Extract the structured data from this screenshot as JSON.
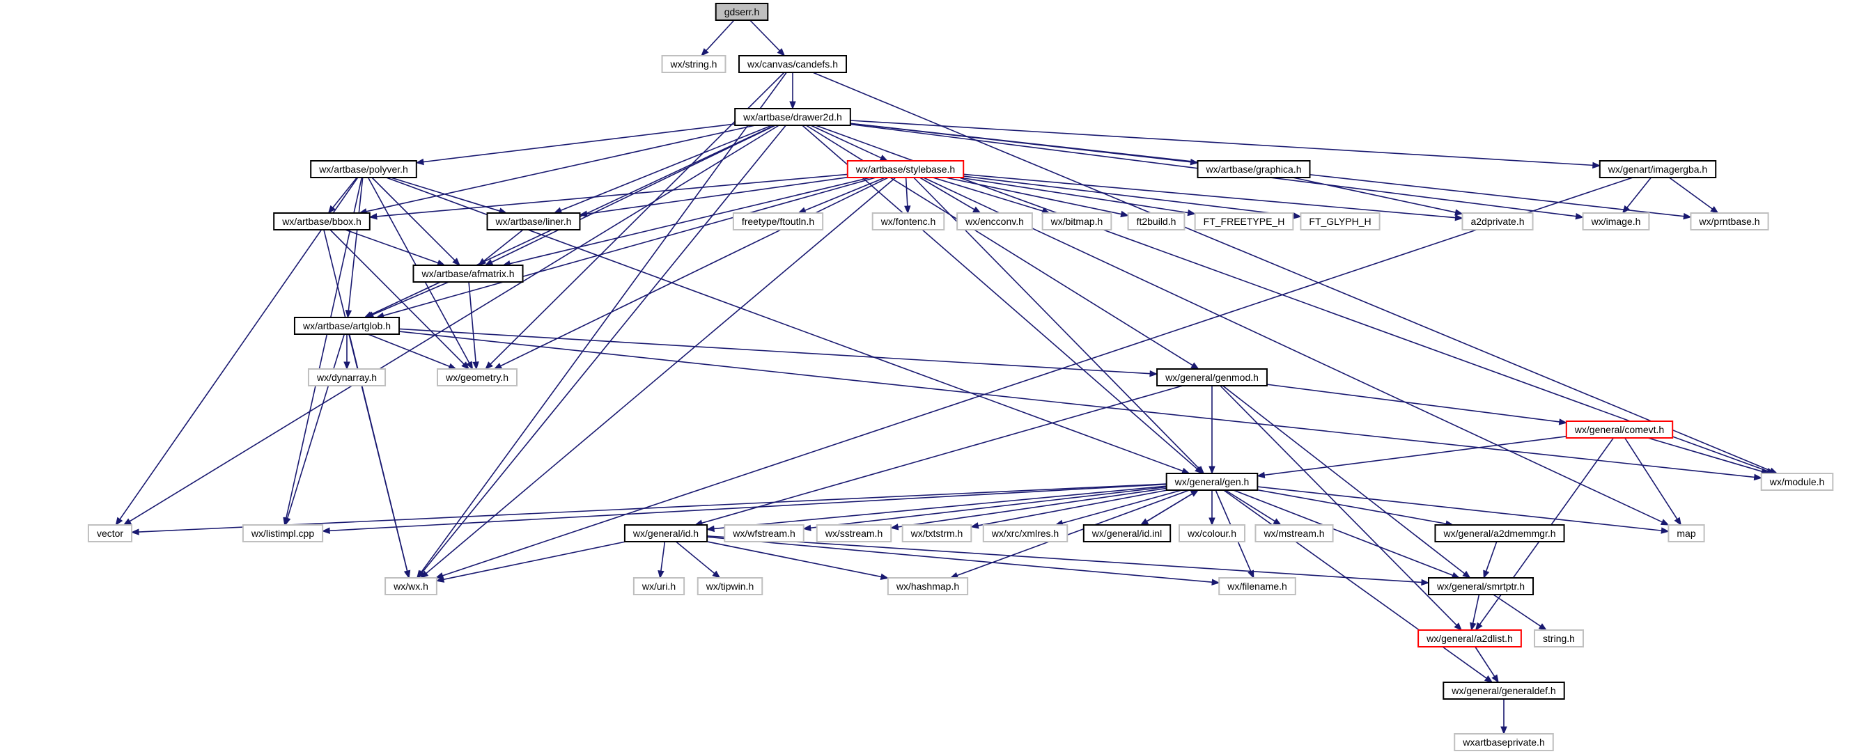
{
  "colors": {
    "edge": "#191970",
    "normal_border": "#000000",
    "missing_border": "#bfbfbf",
    "truncated_border": "#ff0000",
    "root_fill": "#bfbfbf",
    "fill": "#ffffff"
  },
  "nodes": [
    {
      "id": "gdserr",
      "label": "gdserr.h",
      "kind": "root"
    },
    {
      "id": "wxstring",
      "label": "wx/string.h",
      "kind": "missing"
    },
    {
      "id": "candefs",
      "label": "wx/canvas/candefs.h",
      "kind": "normal"
    },
    {
      "id": "drawer2d",
      "label": "wx/artbase/drawer2d.h",
      "kind": "normal"
    },
    {
      "id": "polyver",
      "label": "wx/artbase/polyver.h",
      "kind": "normal"
    },
    {
      "id": "stylebase",
      "label": "wx/artbase/stylebase.h",
      "kind": "truncated"
    },
    {
      "id": "graphica",
      "label": "wx/artbase/graphica.h",
      "kind": "normal"
    },
    {
      "id": "imagergba",
      "label": "wx/genart/imagergba.h",
      "kind": "normal"
    },
    {
      "id": "bbox",
      "label": "wx/artbase/bbox.h",
      "kind": "normal"
    },
    {
      "id": "liner",
      "label": "wx/artbase/liner.h",
      "kind": "normal"
    },
    {
      "id": "ftoutln",
      "label": "freetype/ftoutln.h",
      "kind": "missing"
    },
    {
      "id": "fontenc",
      "label": "wx/fontenc.h",
      "kind": "missing"
    },
    {
      "id": "encconv",
      "label": "wx/encconv.h",
      "kind": "missing"
    },
    {
      "id": "bitmap",
      "label": "wx/bitmap.h",
      "kind": "missing"
    },
    {
      "id": "ft2build",
      "label": "ft2build.h",
      "kind": "missing"
    },
    {
      "id": "ftfreetype",
      "label": "FT_FREETYPE_H",
      "kind": "missing"
    },
    {
      "id": "ftglyph",
      "label": "FT_GLYPH_H",
      "kind": "missing"
    },
    {
      "id": "a2dprivate",
      "label": "a2dprivate.h",
      "kind": "missing"
    },
    {
      "id": "image",
      "label": "wx/image.h",
      "kind": "missing"
    },
    {
      "id": "prntbase",
      "label": "wx/prntbase.h",
      "kind": "missing"
    },
    {
      "id": "afmatrix",
      "label": "wx/artbase/afmatrix.h",
      "kind": "normal"
    },
    {
      "id": "artglob",
      "label": "wx/artbase/artglob.h",
      "kind": "normal"
    },
    {
      "id": "dynarray",
      "label": "wx/dynarray.h",
      "kind": "missing"
    },
    {
      "id": "geometry",
      "label": "wx/geometry.h",
      "kind": "missing"
    },
    {
      "id": "genmod",
      "label": "wx/general/genmod.h",
      "kind": "normal"
    },
    {
      "id": "comevt",
      "label": "wx/general/comevt.h",
      "kind": "truncated"
    },
    {
      "id": "gen",
      "label": "wx/general/gen.h",
      "kind": "normal"
    },
    {
      "id": "module",
      "label": "wx/module.h",
      "kind": "missing"
    },
    {
      "id": "vector",
      "label": "vector",
      "kind": "missing"
    },
    {
      "id": "listimpl",
      "label": "wx/listimpl.cpp",
      "kind": "missing"
    },
    {
      "id": "idh",
      "label": "wx/general/id.h",
      "kind": "normal"
    },
    {
      "id": "wfstream",
      "label": "wx/wfstream.h",
      "kind": "missing"
    },
    {
      "id": "sstream",
      "label": "wx/sstream.h",
      "kind": "missing"
    },
    {
      "id": "txtstrm",
      "label": "wx/txtstrm.h",
      "kind": "missing"
    },
    {
      "id": "xmlres",
      "label": "wx/xrc/xmlres.h",
      "kind": "missing"
    },
    {
      "id": "idinl",
      "label": "wx/general/id.inl",
      "kind": "normal"
    },
    {
      "id": "colour",
      "label": "wx/colour.h",
      "kind": "missing"
    },
    {
      "id": "mstream",
      "label": "wx/mstream.h",
      "kind": "missing"
    },
    {
      "id": "a2dmemmgr",
      "label": "wx/general/a2dmemmgr.h",
      "kind": "normal"
    },
    {
      "id": "map",
      "label": "map",
      "kind": "missing"
    },
    {
      "id": "wxwx",
      "label": "wx/wx.h",
      "kind": "missing"
    },
    {
      "id": "uri",
      "label": "wx/uri.h",
      "kind": "missing"
    },
    {
      "id": "tipwin",
      "label": "wx/tipwin.h",
      "kind": "missing"
    },
    {
      "id": "hashmap",
      "label": "wx/hashmap.h",
      "kind": "missing"
    },
    {
      "id": "filename",
      "label": "wx/filename.h",
      "kind": "missing"
    },
    {
      "id": "smrtptr",
      "label": "wx/general/smrtptr.h",
      "kind": "normal"
    },
    {
      "id": "stringh",
      "label": "string.h",
      "kind": "missing"
    },
    {
      "id": "a2dlist",
      "label": "wx/general/a2dlist.h",
      "kind": "truncated"
    },
    {
      "id": "generaldef",
      "label": "wx/general/generaldef.h",
      "kind": "normal"
    },
    {
      "id": "artbaseprivate",
      "label": "wxartbaseprivate.h",
      "kind": "missing"
    }
  ],
  "edges": [
    [
      "gdserr",
      "wxstring"
    ],
    [
      "gdserr",
      "candefs"
    ],
    [
      "candefs",
      "drawer2d"
    ],
    [
      "candefs",
      "wxwx"
    ],
    [
      "candefs",
      "module"
    ],
    [
      "candefs",
      "geometry"
    ],
    [
      "drawer2d",
      "polyver"
    ],
    [
      "drawer2d",
      "stylebase"
    ],
    [
      "drawer2d",
      "graphica"
    ],
    [
      "drawer2d",
      "imagergba"
    ],
    [
      "drawer2d",
      "bbox"
    ],
    [
      "drawer2d",
      "liner"
    ],
    [
      "drawer2d",
      "afmatrix"
    ],
    [
      "drawer2d",
      "artglob"
    ],
    [
      "drawer2d",
      "vector"
    ],
    [
      "drawer2d",
      "wxwx"
    ],
    [
      "drawer2d",
      "image"
    ],
    [
      "drawer2d",
      "prntbase"
    ],
    [
      "drawer2d",
      "genmod"
    ],
    [
      "drawer2d",
      "gen"
    ],
    [
      "drawer2d",
      "module"
    ],
    [
      "polyver",
      "bbox"
    ],
    [
      "polyver",
      "liner"
    ],
    [
      "polyver",
      "afmatrix"
    ],
    [
      "polyver",
      "artglob"
    ],
    [
      "polyver",
      "geometry"
    ],
    [
      "polyver",
      "vector"
    ],
    [
      "polyver",
      "listimpl"
    ],
    [
      "polyver",
      "gen"
    ],
    [
      "stylebase",
      "bbox"
    ],
    [
      "stylebase",
      "liner"
    ],
    [
      "stylebase",
      "afmatrix"
    ],
    [
      "stylebase",
      "artglob"
    ],
    [
      "stylebase",
      "ftoutln"
    ],
    [
      "stylebase",
      "fontenc"
    ],
    [
      "stylebase",
      "encconv"
    ],
    [
      "stylebase",
      "bitmap"
    ],
    [
      "stylebase",
      "ft2build"
    ],
    [
      "stylebase",
      "ftfreetype"
    ],
    [
      "stylebase",
      "ftglyph"
    ],
    [
      "stylebase",
      "a2dprivate"
    ],
    [
      "stylebase",
      "geometry"
    ],
    [
      "stylebase",
      "wxwx"
    ],
    [
      "stylebase",
      "gen"
    ],
    [
      "stylebase",
      "map"
    ],
    [
      "graphica",
      "a2dprivate"
    ],
    [
      "imagergba",
      "image"
    ],
    [
      "imagergba",
      "prntbase"
    ],
    [
      "imagergba",
      "wxwx"
    ],
    [
      "bbox",
      "afmatrix"
    ],
    [
      "bbox",
      "geometry"
    ],
    [
      "bbox",
      "wxwx"
    ],
    [
      "liner",
      "afmatrix"
    ],
    [
      "afmatrix",
      "artglob"
    ],
    [
      "afmatrix",
      "geometry"
    ],
    [
      "artglob",
      "dynarray"
    ],
    [
      "artglob",
      "geometry"
    ],
    [
      "artglob",
      "genmod"
    ],
    [
      "artglob",
      "wxwx"
    ],
    [
      "artglob",
      "listimpl"
    ],
    [
      "artglob",
      "module"
    ],
    [
      "genmod",
      "gen"
    ],
    [
      "genmod",
      "comevt"
    ],
    [
      "genmod",
      "idh"
    ],
    [
      "genmod",
      "a2dlist"
    ],
    [
      "genmod",
      "smrtptr"
    ],
    [
      "comevt",
      "gen"
    ],
    [
      "comevt",
      "module"
    ],
    [
      "comevt",
      "map"
    ],
    [
      "comevt",
      "a2dlist"
    ],
    [
      "gen",
      "vector"
    ],
    [
      "gen",
      "listimpl"
    ],
    [
      "gen",
      "idh"
    ],
    [
      "gen",
      "wfstream"
    ],
    [
      "gen",
      "sstream"
    ],
    [
      "gen",
      "txtstrm"
    ],
    [
      "gen",
      "xmlres"
    ],
    [
      "gen",
      "idinl"
    ],
    [
      "gen",
      "colour"
    ],
    [
      "gen",
      "mstream"
    ],
    [
      "gen",
      "a2dmemmgr"
    ],
    [
      "gen",
      "map"
    ],
    [
      "gen",
      "hashmap"
    ],
    [
      "gen",
      "filename"
    ],
    [
      "gen",
      "smrtptr"
    ],
    [
      "gen",
      "generaldef"
    ],
    [
      "idh",
      "wxwx"
    ],
    [
      "idh",
      "uri"
    ],
    [
      "idh",
      "tipwin"
    ],
    [
      "idh",
      "hashmap"
    ],
    [
      "idh",
      "filename"
    ],
    [
      "idh",
      "smrtptr"
    ],
    [
      "idinl",
      "gen"
    ],
    [
      "a2dmemmgr",
      "smrtptr"
    ],
    [
      "smrtptr",
      "a2dlist"
    ],
    [
      "smrtptr",
      "stringh"
    ],
    [
      "a2dlist",
      "generaldef"
    ],
    [
      "generaldef",
      "artbaseprivate"
    ]
  ]
}
